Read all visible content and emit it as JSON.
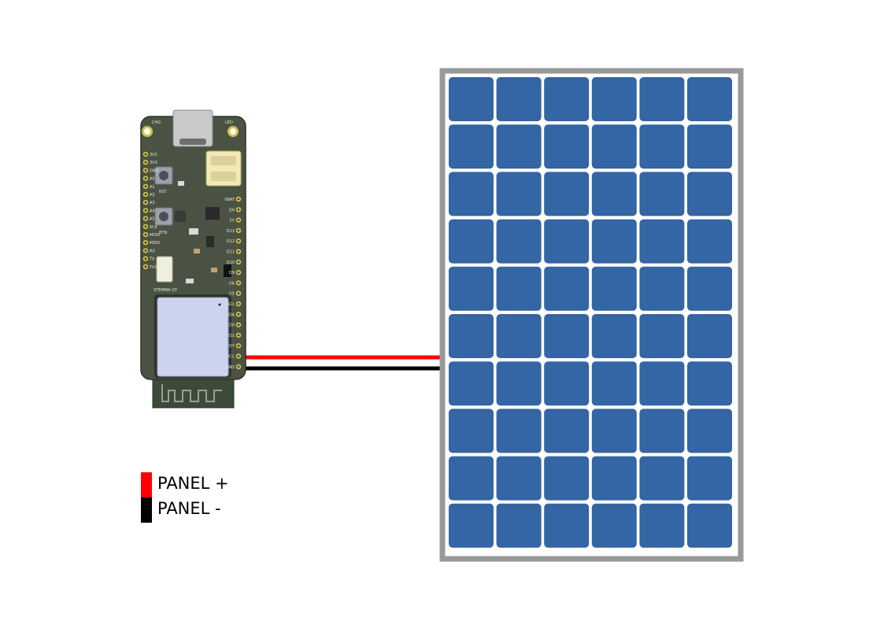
{
  "board": {
    "labels": {
      "chg": "CHG",
      "led": "LED",
      "rst": "RST",
      "btn": "BTN",
      "stemma": "STEMMA QT"
    },
    "left_pins": [
      "3V3",
      "3V3",
      "GND",
      "A0",
      "A1",
      "A2",
      "A3",
      "A4",
      "A5",
      "SCK",
      "MOSI",
      "MISO",
      "RX",
      "TX",
      "TXD"
    ],
    "right_pins": [
      "VBAT",
      "EN",
      "5V",
      "D13",
      "D12",
      "D11",
      "D10",
      "D9",
      "D6",
      "D5",
      "SCL",
      "SDA",
      "D0",
      "D1",
      "D7",
      "VCC",
      "GND"
    ]
  },
  "solar_panel": {
    "rows": 10,
    "cols": 6,
    "cell_color": "#3465a4",
    "frame_color": "#999999"
  },
  "wires": [
    {
      "name": "panel-plus",
      "color": "#ff0000"
    },
    {
      "name": "panel-minus",
      "color": "#000000"
    }
  ],
  "legend": [
    {
      "label": "PANEL +",
      "color": "#ff0000"
    },
    {
      "label": "PANEL -",
      "color": "#000000"
    }
  ]
}
